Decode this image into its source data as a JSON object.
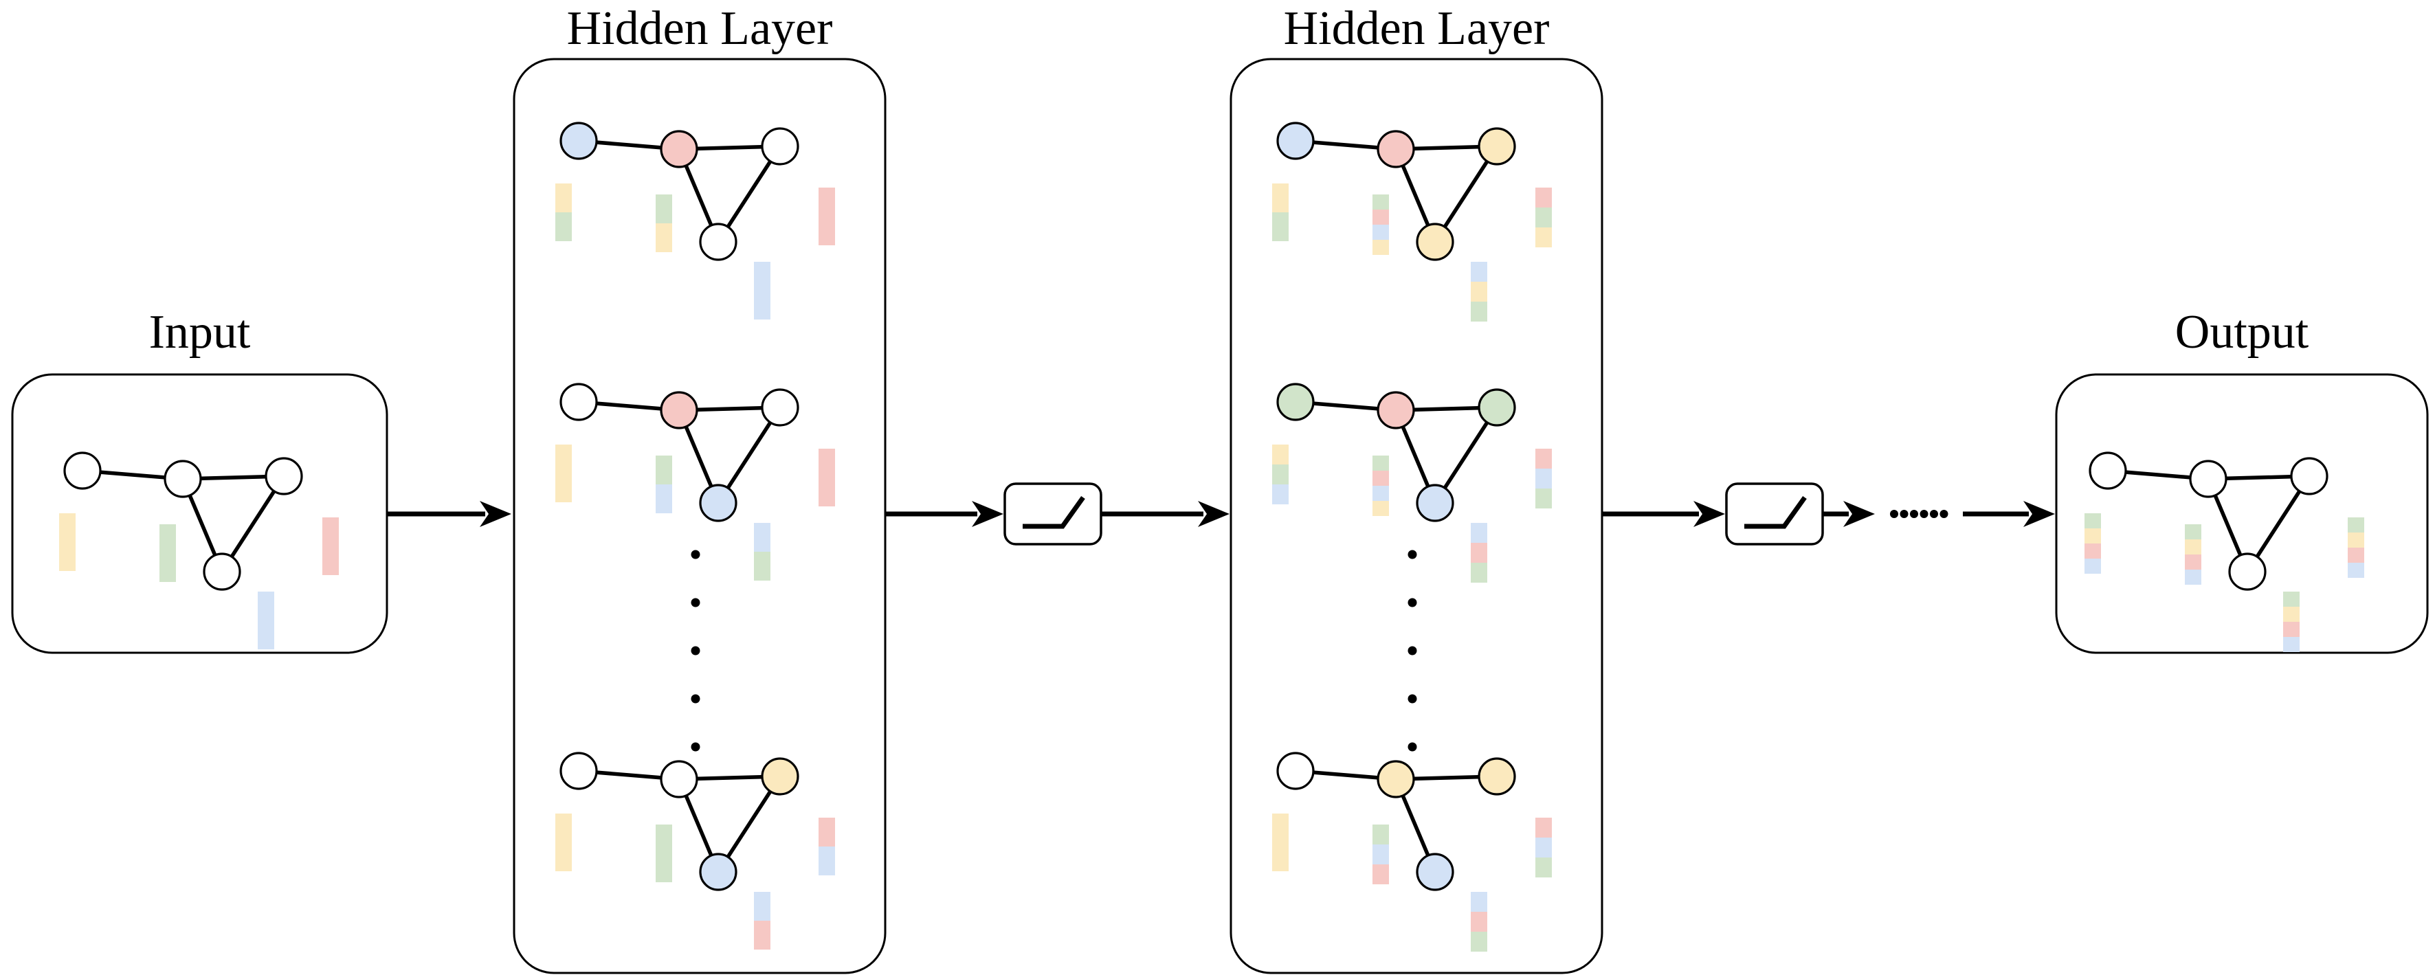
{
  "labels": {
    "input": "Input",
    "hidden1": "Hidden Layer",
    "hidden2": "Hidden Layer",
    "output": "Output"
  },
  "palette": {
    "white": "#FFFFFF",
    "yellow": "#FBE9BE",
    "green": "#D1E4CA",
    "red": "#F6C8C4",
    "blue": "#D3E2F6",
    "line": "#000000"
  },
  "flow": [
    "input",
    "hidden-layer-1",
    "relu-activation",
    "hidden-layer-2",
    "relu-activation",
    "ellipsis",
    "output"
  ],
  "activations": [
    {
      "icon": "relu-icon"
    },
    {
      "icon": "relu-icon"
    }
  ],
  "chain_ellipsis": {
    "dot_count": 6
  },
  "hidden_layer_ellipsis": {
    "dot_count": 5
  },
  "connections": [
    {
      "from": "input",
      "to": "hidden1"
    },
    {
      "from": "hidden1",
      "to": "activation1"
    },
    {
      "from": "activation1",
      "to": "hidden2"
    },
    {
      "from": "hidden2",
      "to": "activation2"
    },
    {
      "from": "activation2",
      "to": "ellipsis"
    },
    {
      "from": "ellipsis",
      "to": "output"
    }
  ],
  "graphs": [
    {
      "section": "input",
      "slot": 0,
      "nodes": [
        "white",
        "white",
        "white",
        "white"
      ],
      "bars": [
        [
          "yellow"
        ],
        [
          "green"
        ],
        [
          "red"
        ],
        [
          "blue"
        ]
      ],
      "edges": [
        "left-center",
        "center-right",
        "center-bottom",
        "bottom-right"
      ]
    },
    {
      "section": "hidden1",
      "slot": 0,
      "nodes": [
        "blue",
        "red",
        "white",
        "white"
      ],
      "bars": [
        [
          "yellow",
          "green"
        ],
        [
          "green",
          "yellow"
        ],
        [
          "red"
        ],
        [
          "blue"
        ]
      ],
      "edges": [
        "left-center",
        "center-right",
        "center-bottom",
        "bottom-right"
      ]
    },
    {
      "section": "hidden1",
      "slot": 1,
      "nodes": [
        "white",
        "red",
        "white",
        "blue"
      ],
      "bars": [
        [
          "yellow"
        ],
        [
          "green",
          "blue"
        ],
        [
          "red"
        ],
        [
          "blue",
          "green"
        ]
      ],
      "edges": [
        "left-center",
        "center-right",
        "center-bottom",
        "bottom-right"
      ]
    },
    {
      "section": "hidden1",
      "slot": 2,
      "nodes": [
        "white",
        "white",
        "yellow",
        "blue"
      ],
      "bars": [
        [
          "yellow"
        ],
        [
          "green"
        ],
        [
          "red",
          "blue"
        ],
        [
          "blue",
          "red"
        ]
      ],
      "edges": [
        "left-center",
        "center-right",
        "center-bottom",
        "bottom-right"
      ]
    },
    {
      "section": "hidden2",
      "slot": 0,
      "nodes": [
        "blue",
        "red",
        "yellow",
        "yellow"
      ],
      "bars": [
        [
          "yellow",
          "green"
        ],
        [
          "green",
          "red",
          "blue",
          "yellow"
        ],
        [
          "red",
          "green",
          "yellow"
        ],
        [
          "blue",
          "yellow",
          "green"
        ]
      ],
      "edges": [
        "left-center",
        "center-right",
        "center-bottom",
        "bottom-right"
      ]
    },
    {
      "section": "hidden2",
      "slot": 1,
      "nodes": [
        "green",
        "red",
        "green",
        "blue"
      ],
      "bars": [
        [
          "yellow",
          "green",
          "blue"
        ],
        [
          "green",
          "red",
          "blue",
          "yellow"
        ],
        [
          "red",
          "blue",
          "green"
        ],
        [
          "blue",
          "red",
          "green"
        ]
      ],
      "edges": [
        "left-center",
        "center-right",
        "center-bottom",
        "bottom-right"
      ]
    },
    {
      "section": "hidden2",
      "slot": 2,
      "nodes": [
        "white",
        "yellow",
        "yellow",
        "blue"
      ],
      "bars": [
        [
          "yellow"
        ],
        [
          "green",
          "blue",
          "red"
        ],
        [
          "red",
          "blue",
          "green"
        ],
        [
          "blue",
          "red",
          "green"
        ]
      ],
      "edges": [
        "left-center",
        "center-right",
        "center-bottom"
      ]
    },
    {
      "section": "output",
      "slot": 0,
      "nodes": [
        "white",
        "white",
        "white",
        "white"
      ],
      "bars": [
        [
          "green",
          "yellow",
          "red",
          "blue"
        ],
        [
          "green",
          "yellow",
          "red",
          "blue"
        ],
        [
          "green",
          "yellow",
          "red",
          "blue"
        ],
        [
          "green",
          "yellow",
          "red",
          "blue"
        ]
      ],
      "edges": [
        "left-center",
        "center-right",
        "center-bottom",
        "bottom-right"
      ]
    }
  ]
}
